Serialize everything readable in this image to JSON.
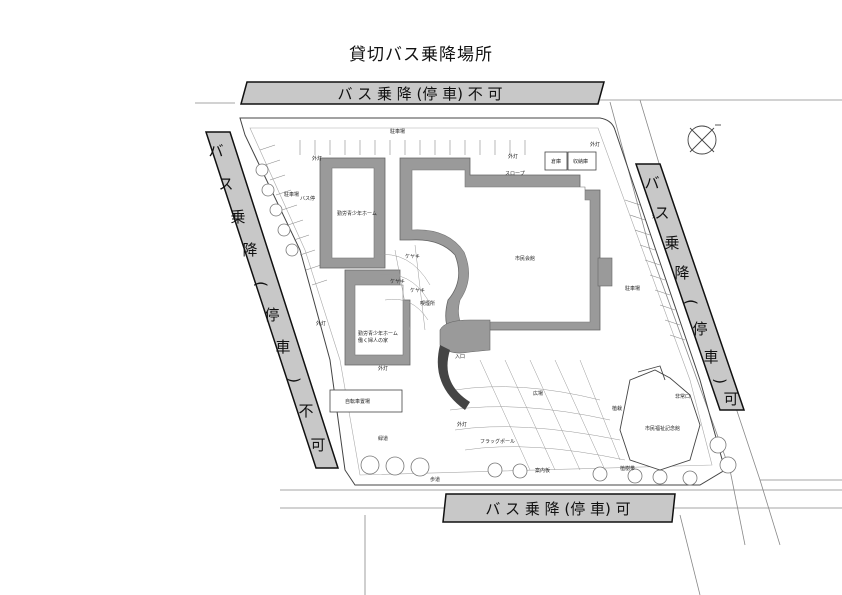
{
  "page_title": "貸切バス乗降場所",
  "bands": {
    "top": "バ ス 乗 降 (停 車) 不 可",
    "left": [
      "バ",
      "ス",
      "乗",
      "降",
      "(",
      "停",
      "車",
      ")",
      "不",
      "可"
    ],
    "right": [
      "バ",
      "ス",
      "乗",
      "降",
      "(",
      "停",
      "車",
      ")",
      "可"
    ],
    "bottom": "バ ス 乗 降 (停 車) 可"
  },
  "labels": {
    "parking_top": "駐車場",
    "parking_left": "駐車場",
    "parking_right": "駐車場",
    "youth_home": "勤労青少年ホーム",
    "youth_home_2": "勤労青少年ホーム",
    "youth_home_2b": "働く婦人の家",
    "main_hall": "市民会館",
    "plaza": "広場",
    "memorial": "市民福祉記念館",
    "bicycle": "自転車置場",
    "slope": "スロープ",
    "warehouse": "倉庫",
    "storage": "収納庫",
    "keyaki1": "ケヤキ",
    "keyaki2": "ケヤキ",
    "keyaki3": "ケヤキ",
    "smoking": "喫煙所",
    "flagpole": "フラッグポール",
    "sign": "案内板",
    "path": "緑道",
    "entrance": "入口",
    "outdoor1": "外灯",
    "outdoor2": "外灯",
    "outdoor3": "外灯",
    "outdoor4": "外灯",
    "outdoor5": "外灯",
    "outdoor6": "外灯",
    "outdoor7": "外灯",
    "garden": "植栽",
    "sidewalk": "歩道",
    "emergency": "非常口",
    "bus_stop": "バス停",
    "tree_area": "植樹帯"
  },
  "colors": {
    "band_fill": "#c8c8c8",
    "building_gray": "#9a9a9a",
    "line": "#555555"
  },
  "icons": {
    "north": "north-arrow-icon"
  }
}
